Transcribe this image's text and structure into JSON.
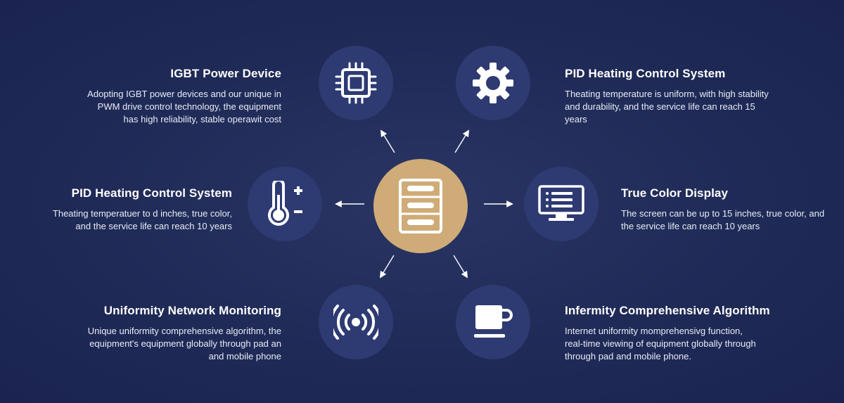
{
  "colors": {
    "background": "#1f2a57",
    "node": "#2e3a72",
    "hub": "#cfab77",
    "icon": "#ffffff"
  },
  "hub": {
    "icon": "server-rack-icon"
  },
  "features": {
    "top_left": {
      "title": "IGBT Power Device",
      "lines": [
        "Adopting IGBT power devices and our unique in",
        "PWM drive control technology, the equipment",
        "has high reliability, stable operawit cost"
      ],
      "icon": "cpu-chip-icon"
    },
    "top_right": {
      "title": "PID Heating Control System",
      "lines": [
        "Theating temperature is uniform, with high stability",
        "and durability, and the service life can reach 15",
        "years"
      ],
      "icon": "gear-icon"
    },
    "mid_left": {
      "title": "PID Heating Control System",
      "lines": [
        "Theating temperatuer to d inches, true color,",
        "and the service life can reach 10 years"
      ],
      "icon": "thermometer-plus-minus-icon"
    },
    "mid_right": {
      "title": "True Color Display",
      "lines": [
        "The screen can be up to 15 inches, true color, and",
        "the service life can reach 10 years"
      ],
      "icon": "monitor-icon"
    },
    "bottom_left": {
      "title": "Uniformity Network Monitoring",
      "lines": [
        "Unique uniformity comprehensive algorithm, the",
        "equipment's equipment globally through pad an",
        "and mobile phone"
      ],
      "icon": "wireless-signal-icon"
    },
    "bottom_right": {
      "title": "Infermity Comprehensive Algorithm",
      "lines": [
        "Internet uniformity momprehensivg function,",
        "real-time viewing of equipment globally through",
        "through pad and mobile phone."
      ],
      "icon": "mug-icon"
    }
  }
}
